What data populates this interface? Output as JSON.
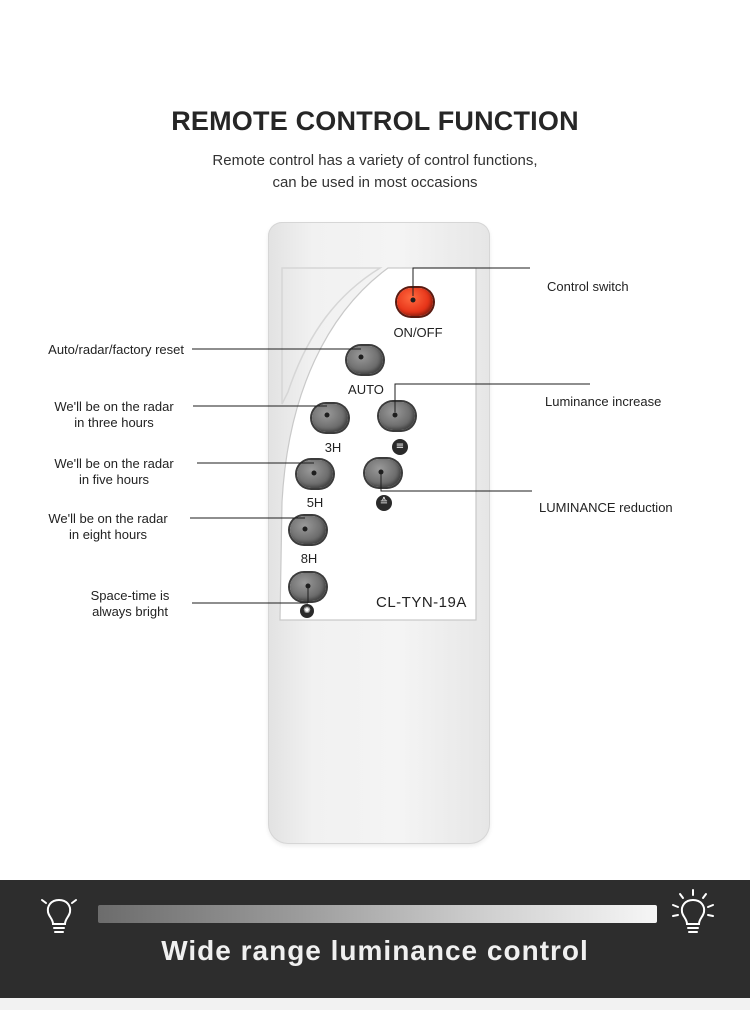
{
  "header": {
    "title": "REMOTE CONTROL FUNCTION",
    "subtitle_line1": "Remote control has a variety of control functions,",
    "subtitle_line2": "can be used in most occasions"
  },
  "remote": {
    "buttons": {
      "on_off": "ON/OFF",
      "auto": "AUTO",
      "three_h": "3H",
      "five_h": "5H",
      "eight_h": "8H"
    },
    "model": "CL-TYN-19A",
    "colors": {
      "power_button": "#e8361a",
      "button": "#6f6f6f"
    }
  },
  "callouts": {
    "control_switch": "Control switch",
    "auto_reset": "Auto/radar/factory reset",
    "three_hours_line1": "We'll be on the radar",
    "three_hours_line2": "in three hours",
    "luminance_increase": "Luminance increase",
    "five_hours_line1": "We'll be on the radar",
    "five_hours_line2": "in five hours",
    "luminance_reduction": "LUMINANCE reduction",
    "eight_hours_line1": "We'll be on the radar",
    "eight_hours_line2": "in eight hours",
    "always_bright_line1": "Space-time is",
    "always_bright_line2": "always bright"
  },
  "footer": {
    "title": "Wide range luminance control",
    "icons": [
      "lightbulb-dim-icon",
      "lightbulb-bright-icon"
    ],
    "band_color": "#2d2d2d"
  }
}
